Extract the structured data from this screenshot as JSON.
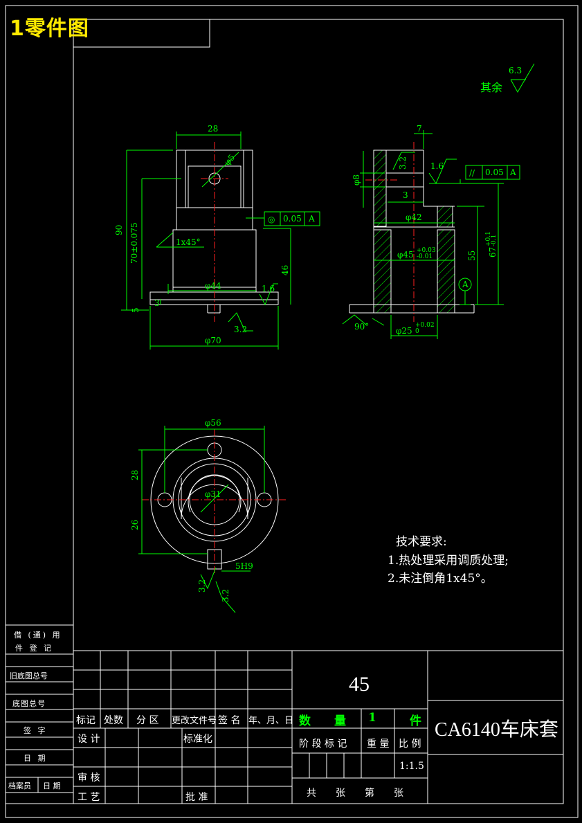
{
  "sheet_title": "1零件图",
  "surface_finish_other": {
    "label": "其余",
    "value": "6.3"
  },
  "front_view": {
    "width_top": "28",
    "hole_dia": "φ5",
    "height_total": "90",
    "height_mid": "70±0.075",
    "height_base": "5",
    "step": "3",
    "chamfer": "1x45°",
    "dia_44": "φ44",
    "dia_70": "φ70",
    "roughness_side": "1.6",
    "roughness_bottom": "3.2",
    "height_46": "46",
    "tolerance_coax": {
      "symbol": "◎",
      "value": "0.05",
      "datum": "A"
    }
  },
  "section_view": {
    "width_7": "7",
    "dia_8": "φ8",
    "roughness_32": "3.2",
    "roughness_16": "1.6",
    "dim_3": "3",
    "dia_42": "φ42",
    "dia_45": "φ45",
    "dia_45_tol_up": "+0.03",
    "dia_45_tol_low": "-0.01",
    "height_55": "55",
    "height_67": "67",
    "height_67_tol_up": "+0.1",
    "height_67_tol_low": "-0.1",
    "angle_90": "90°",
    "dia_25": "φ25",
    "dia_25_tol_up": "+0.02",
    "dia_25_tol_low": "0",
    "datum": "A",
    "tolerance_parallel": {
      "symbol": "//",
      "value": "0.05",
      "datum": "A"
    }
  },
  "top_view": {
    "dia_56": "φ56",
    "dia_31": "φ31",
    "dim_28": "28",
    "dim_26": "26",
    "slot": "5H9",
    "roughness_a": "3.2",
    "roughness_b": "3.2"
  },
  "requirements": {
    "heading": "技术要求:",
    "items": [
      "1.热处理采用调质处理;",
      "2.未注倒角1x45°。"
    ]
  },
  "title_block": {
    "material": "45",
    "part_name": "CA6140车床套",
    "quantity_label": "数　　量",
    "quantity_value": "1",
    "quantity_unit": "件",
    "headers": [
      "标记",
      "处数",
      "分 区",
      "更改文件号",
      "签 名",
      "年、月、日"
    ],
    "design": "设 计",
    "standard": "标准化",
    "review": "审 核",
    "process": "工 艺",
    "approve": "批 准",
    "stage": "阶 段 标 记",
    "weight": "重 量",
    "scale_label": "比 例",
    "scale_value": "1:1.5",
    "sheets": "共　　张　　第　　张"
  },
  "side_panel": {
    "borrowed": "借 (通) 用",
    "register": "件 登 记",
    "old_base": "旧底图总号",
    "base": "底图总号",
    "sign": "签 字",
    "date": "日 期",
    "archivist": "档案员",
    "archivist_date": "日 期"
  }
}
